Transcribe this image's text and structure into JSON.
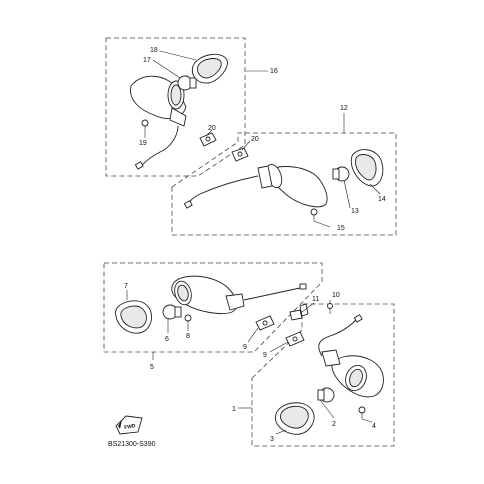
{
  "diagram": {
    "code": "BS21300-S390",
    "fwd_label": "FWD",
    "callouts": {
      "c1": "1",
      "c2": "2",
      "c3": "3",
      "c4": "4",
      "c5": "5",
      "c6": "6",
      "c7": "7",
      "c8": "8",
      "c9a": "9",
      "c9b": "9",
      "c10": "10",
      "c11": "11",
      "c12": "12",
      "c13": "13",
      "c14": "14",
      "c15": "15",
      "c16": "16",
      "c17": "17",
      "c18": "18",
      "c19": "19",
      "c20a": "20",
      "c20b": "20"
    }
  }
}
